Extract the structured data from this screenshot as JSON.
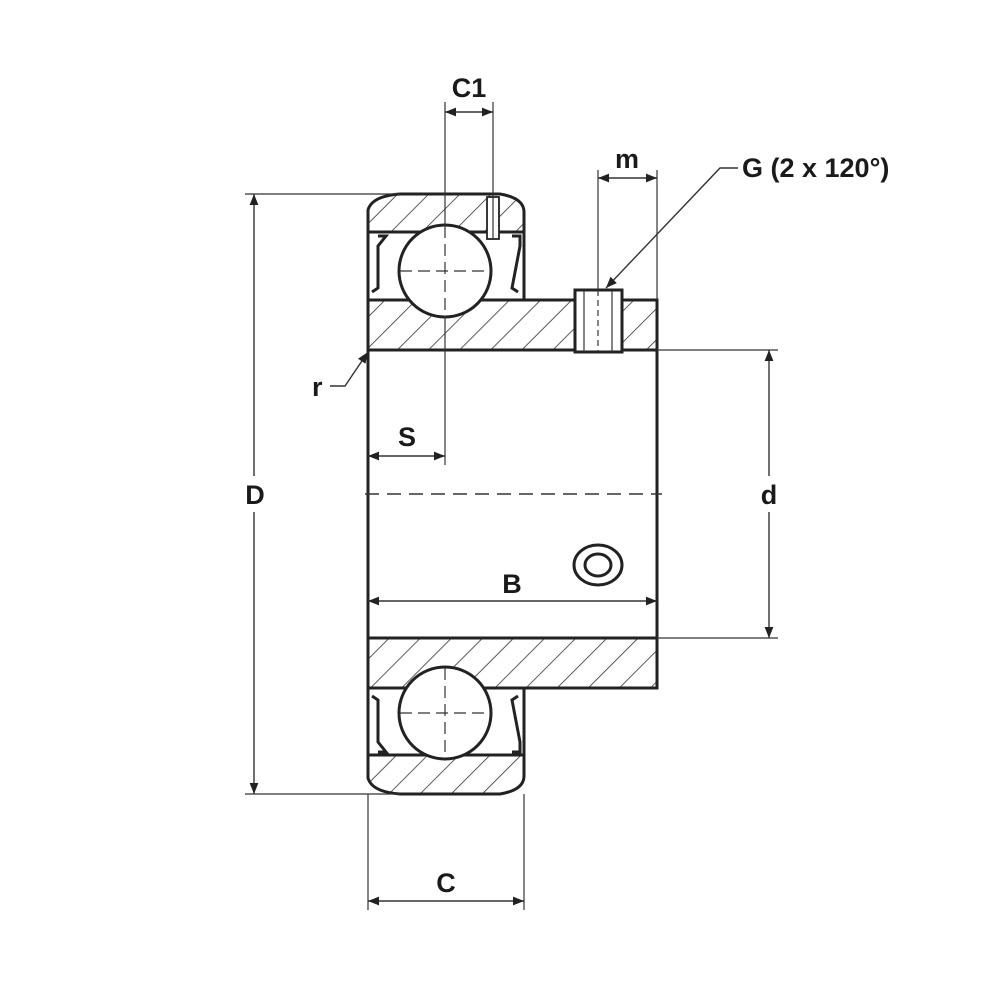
{
  "labels": {
    "c1": "C1",
    "m": "m",
    "g": "G (2 x 120°)",
    "r": "r",
    "s": "S",
    "d_outer": "D",
    "d_bore": "d",
    "b": "B",
    "c": "C"
  }
}
